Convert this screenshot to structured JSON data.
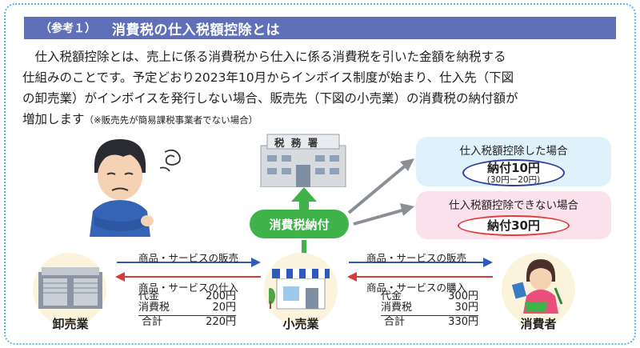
{
  "header": {
    "tag": "（参考１）",
    "title": "消費税の仕入税額控除とは"
  },
  "body": {
    "lines": [
      "仕入税額控除とは、売上に係る消費税から仕入に係る消費税を引いた金額を納税する",
      "仕組みのことです。予定どおり2023年10月からインボイス制度が始まり、仕入先（下図",
      "の卸売業）がインボイスを発行しない場合、販売先（下図の小売業）の消費税の納付額が",
      "増加します"
    ],
    "note": "（※販売先が簡易課税事業者でない場合）"
  },
  "tax_office": {
    "sign": "税 務 署"
  },
  "tax_payment_label": "消費税納付",
  "case_deducted": {
    "title": "仕入税額控除した場合",
    "payment": "納付10円",
    "calc": "(30円ー20円)"
  },
  "case_not_deducted": {
    "title": "仕入税額控除できない場合",
    "payment": "納付30円"
  },
  "entities": {
    "wholesaler": "卸売業",
    "retailer": "小売業",
    "consumer": "消費者"
  },
  "flows": {
    "left_sale": "商品・サービスの販売",
    "left_purchase": "商品・サービスの仕入",
    "right_sale": "商品・サービスの販売",
    "right_purchase": "商品・サービスの購入"
  },
  "left_table": {
    "price_label": "代金",
    "price_value": "200円",
    "tax_label": "消費税",
    "tax_value": "20円",
    "total_label": "合計",
    "total_value": "220円"
  },
  "right_table": {
    "price_label": "代金",
    "price_value": "300円",
    "tax_label": "消費税",
    "tax_value": "30円",
    "total_label": "合計",
    "total_value": "330円"
  },
  "colors": {
    "title_bar": "#5f6fb8",
    "green": "#3fb34a",
    "blue_box": "#dff1fb",
    "pink_box": "#fbe1ec",
    "blue_oval": "#2e3f9e",
    "red_oval": "#e33a3a",
    "arrow_blue": "#2e5bb8",
    "arrow_red": "#d93a3a",
    "arrow_gray": "#8a8f96"
  }
}
